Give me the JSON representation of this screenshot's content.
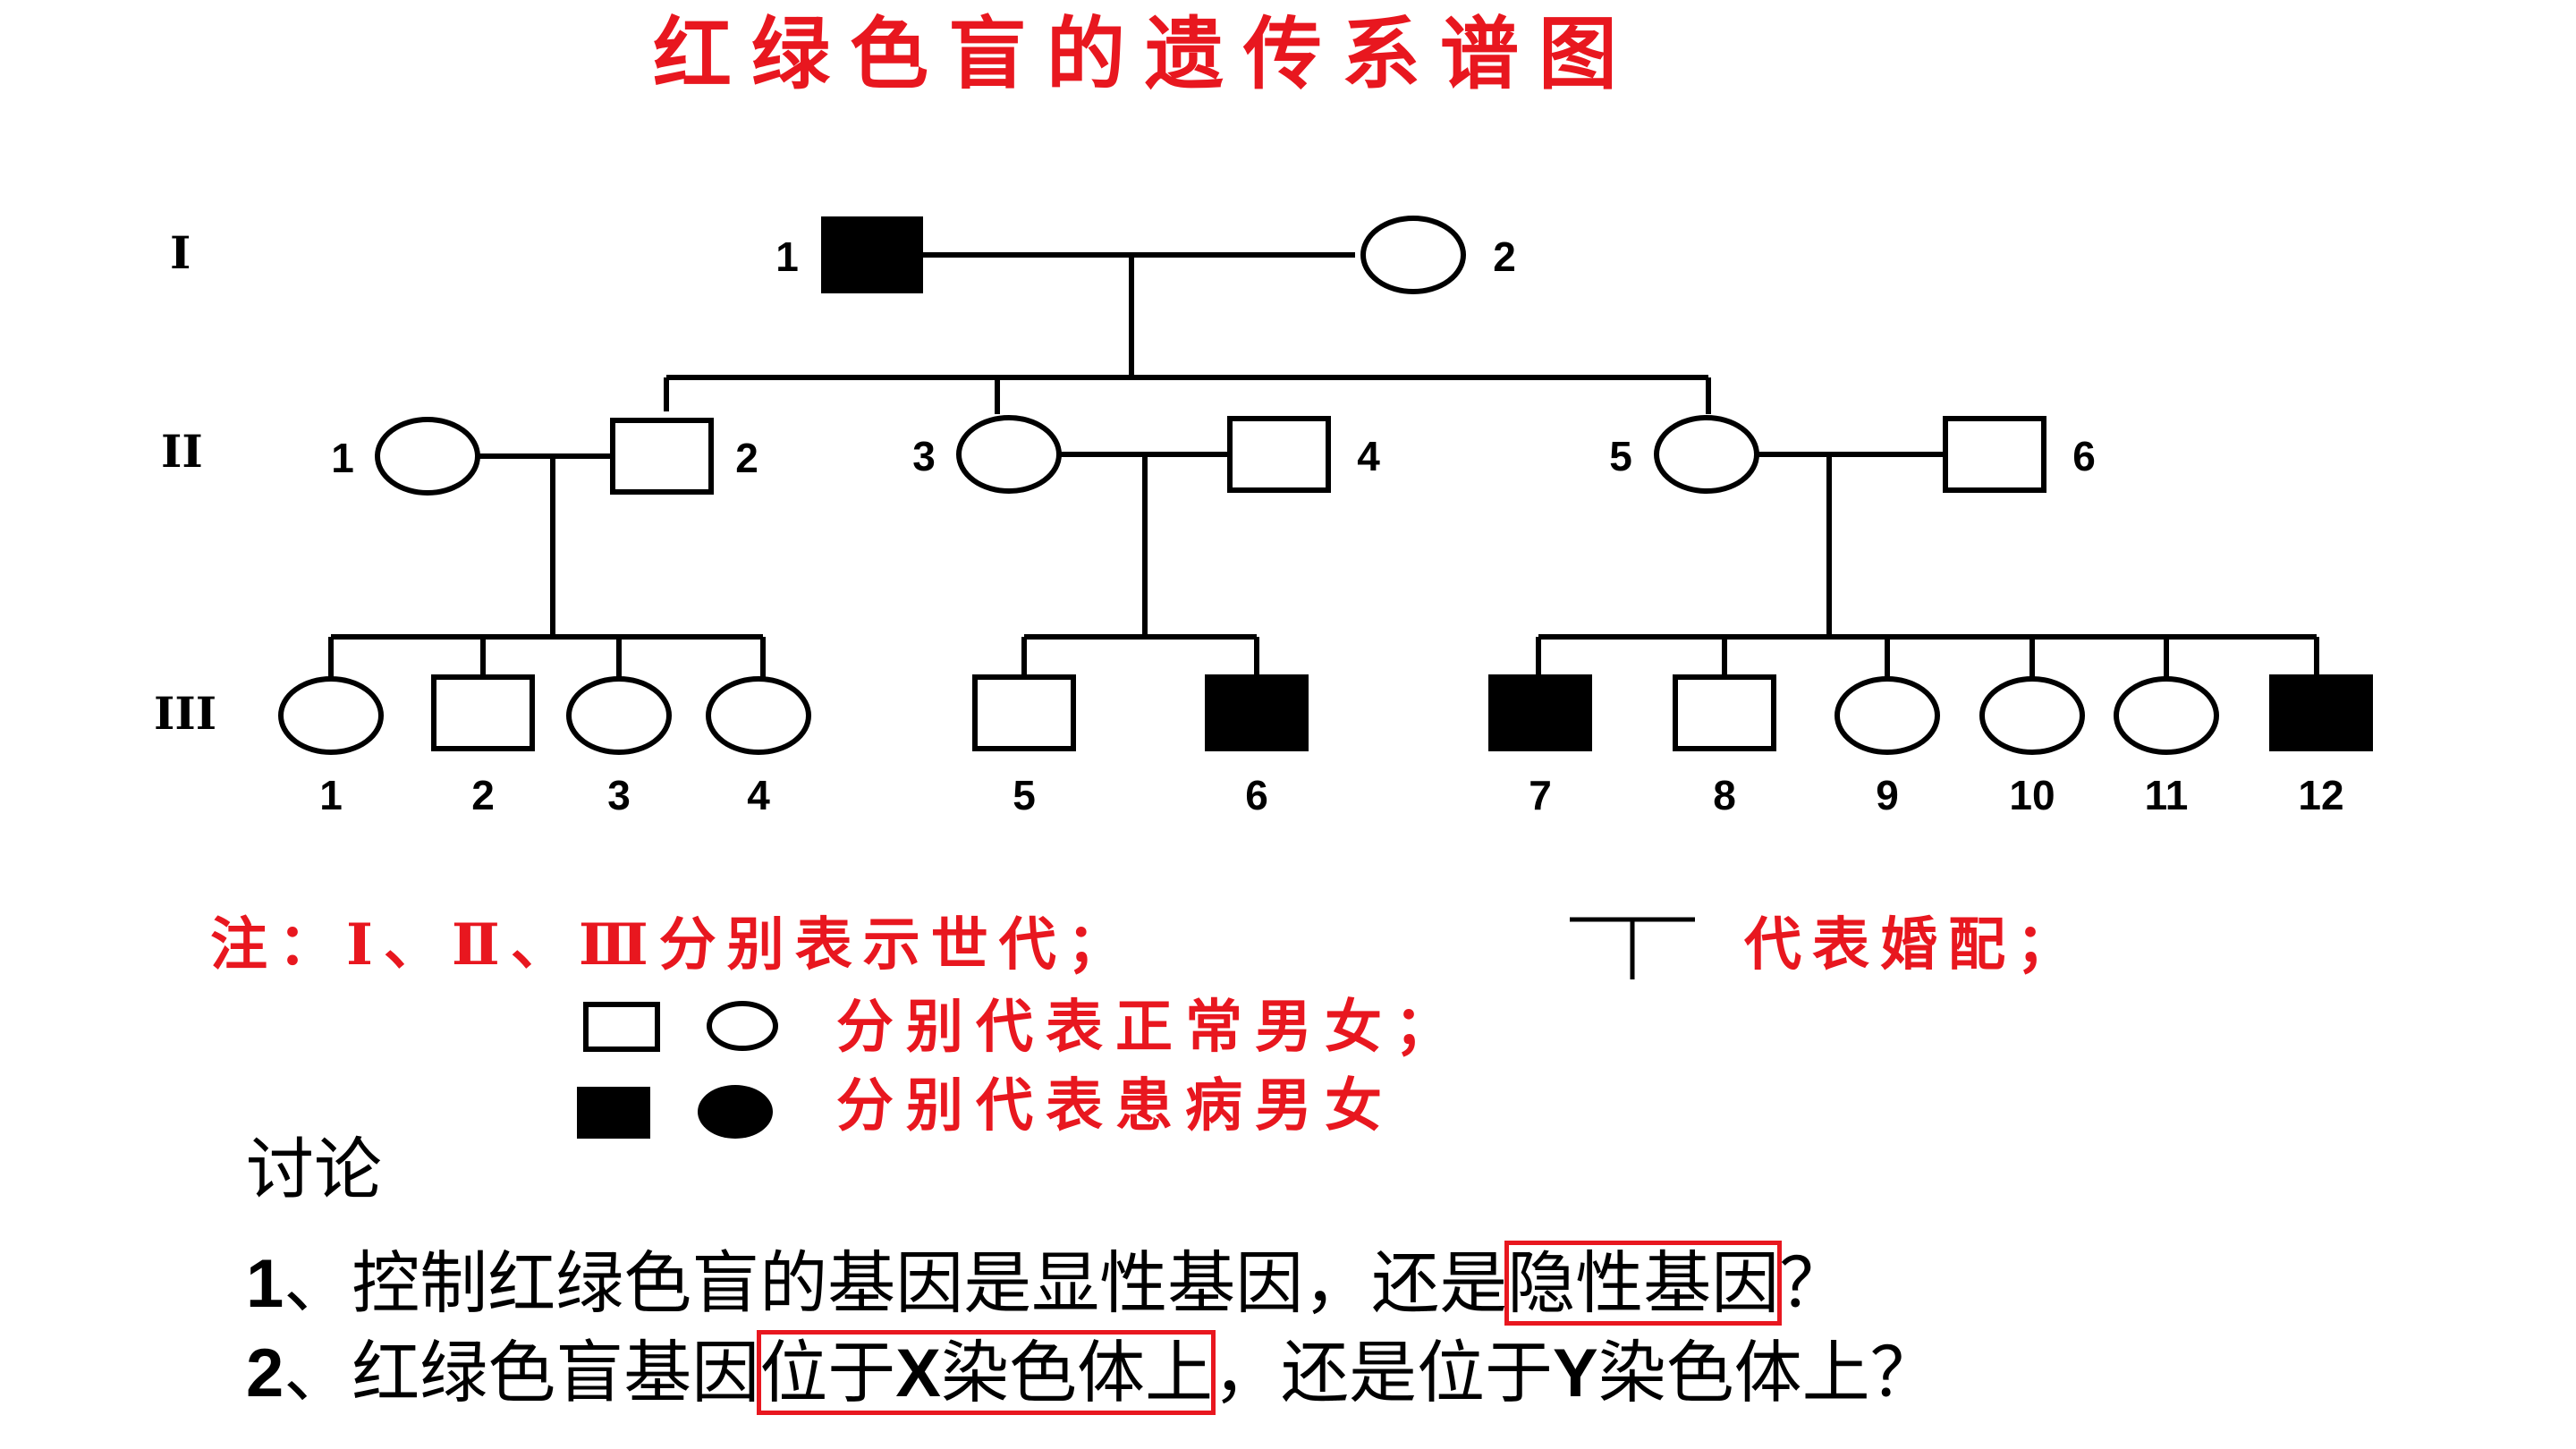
{
  "title": "红绿色盲的遗传系谱图",
  "pedigree": {
    "generations": [
      "I",
      "II",
      "III"
    ],
    "gen1": [
      {
        "num": "1",
        "sex": "male",
        "affected": true
      },
      {
        "num": "2",
        "sex": "female",
        "affected": false
      }
    ],
    "gen2": [
      {
        "num": "1",
        "sex": "female",
        "affected": false
      },
      {
        "num": "2",
        "sex": "male",
        "affected": false
      },
      {
        "num": "3",
        "sex": "female",
        "affected": false
      },
      {
        "num": "4",
        "sex": "male",
        "affected": false
      },
      {
        "num": "5",
        "sex": "female",
        "affected": false
      },
      {
        "num": "6",
        "sex": "male",
        "affected": false
      }
    ],
    "gen3": [
      {
        "num": "1",
        "sex": "female",
        "affected": false
      },
      {
        "num": "2",
        "sex": "male",
        "affected": false
      },
      {
        "num": "3",
        "sex": "female",
        "affected": false
      },
      {
        "num": "4",
        "sex": "female",
        "affected": false
      },
      {
        "num": "5",
        "sex": "male",
        "affected": false
      },
      {
        "num": "6",
        "sex": "male",
        "affected": true
      },
      {
        "num": "7",
        "sex": "male",
        "affected": true
      },
      {
        "num": "8",
        "sex": "male",
        "affected": false
      },
      {
        "num": "9",
        "sex": "female",
        "affected": false
      },
      {
        "num": "10",
        "sex": "female",
        "affected": false
      },
      {
        "num": "11",
        "sex": "female",
        "affected": false
      },
      {
        "num": "12",
        "sex": "male",
        "affected": true
      }
    ]
  },
  "legend": {
    "note_generations": "注：Ⅰ、Ⅱ、Ⅲ分别表示世代；",
    "note_marriage": "代表婚配；",
    "note_normal": "分别代表正常男女；",
    "note_affected": "分别代表患病男女"
  },
  "discussion": {
    "heading": "讨论",
    "q1": {
      "num": "1",
      "pre": "、控制红绿色盲的基因是显性基因，还是",
      "highlight": "隐性基因",
      "post": "？"
    },
    "q2": {
      "num": "2",
      "pre": "、红绿色盲基因",
      "hl_a": "位于",
      "hl_b": "X",
      "hl_c": "染色体上",
      "post_a": "，还是位于",
      "post_b": "Y",
      "post_c": "染色体上？"
    }
  },
  "colors": {
    "accent_red": "#e8171f",
    "line": "#000000"
  }
}
